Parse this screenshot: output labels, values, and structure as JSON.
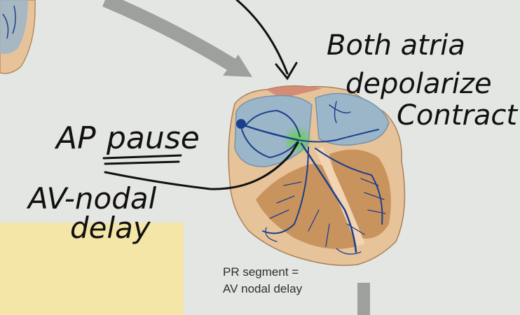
{
  "annotations": {
    "both_atria": "Both atria",
    "depolarize": "depolarize",
    "contract": "Contract",
    "ap": "AP",
    "pause": "pause",
    "av_nodal": "AV-nodal",
    "delay": "delay"
  },
  "caption": {
    "line1": "PR segment =",
    "line2": "AV nodal delay"
  },
  "colors": {
    "background": "#e4e6e3",
    "atria_chamber": "#9cb6c9",
    "heart_wall": "#e7c39a",
    "ventricle": "#c9935e",
    "conduction": "#1c3f8c",
    "av_node_glow": "#5bd13c",
    "yellow_panel": "#f3e6a6",
    "gray_arrow": "#9da09d"
  }
}
